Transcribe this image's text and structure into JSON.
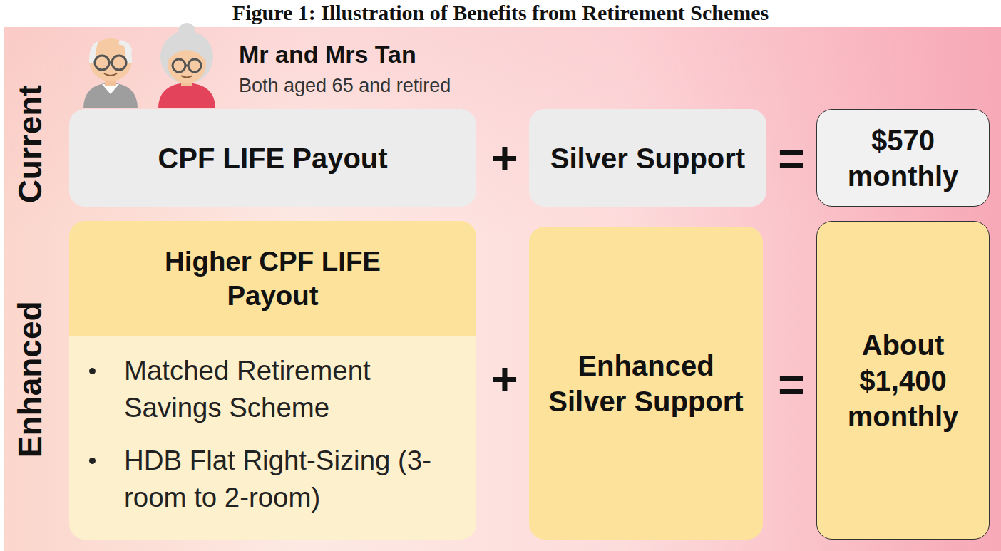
{
  "diagram": {
    "title": "Figure 1: Illustration of Benefits from Retirement Schemes",
    "nodes": [
      {
        "text": [
          "CPF LIFE Payout"
        ]
      },
      {
        "text": [
          "Silver Support"
        ]
      },
      {
        "text": [
          "$570 monthly"
        ]
      },
      {
        "text": [
          "Higher CPF LIFE Payout",
          "Matched Retirement Savings Scheme",
          "HDB Flat Right-Sizing (3-room to 2-room)"
        ]
      },
      {
        "text": [
          "Enhanced Silver Support"
        ]
      },
      {
        "text": [
          "About $1,400 monthly"
        ]
      }
    ],
    "labels": [
      "Current",
      "Enhanced",
      "Mr and Mrs Tan",
      "Both aged 65 and retired",
      "+",
      "=",
      "+",
      "="
    ]
  }
}
